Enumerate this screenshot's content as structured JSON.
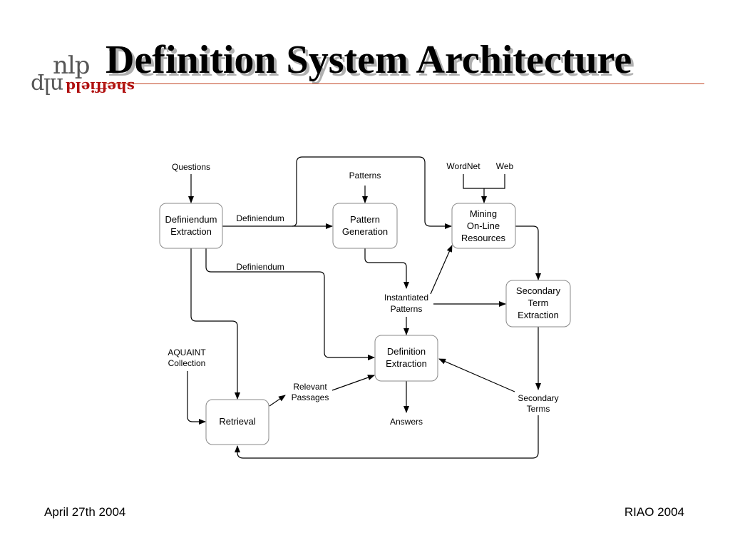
{
  "title": "Definition System Architecture",
  "logo": {
    "top": "nlp",
    "bottom": "sheffield",
    "bottom_mirror": "nlp"
  },
  "footer": {
    "date": "April 27th 2004",
    "conference": "RIAO 2004"
  },
  "boxes": {
    "definiendum_extraction": [
      "Definiendum",
      "Extraction"
    ],
    "pattern_generation": [
      "Pattern",
      "Generation"
    ],
    "mining_resources": [
      "Mining",
      "On-Line",
      "Resources"
    ],
    "secondary_term_extraction": [
      "Secondary",
      "Term",
      "Extraction"
    ],
    "definition_extraction": [
      "Definition",
      "Extraction"
    ],
    "retrieval": [
      "Retrieval"
    ]
  },
  "labels": {
    "questions": "Questions",
    "patterns": "Patterns",
    "wordnet": "WordNet",
    "web": "Web",
    "definiendum_1": "Definiendum",
    "definiendum_2": "Definiendum",
    "instantiated_patterns": [
      "Instantiated",
      "Patterns"
    ],
    "aquaint_big": "A",
    "aquaint_small": "QUAINT",
    "collection": "Collection",
    "relevant_passages": [
      "Relevant",
      "Passages"
    ],
    "answers": "Answers",
    "secondary_terms": [
      "Secondary",
      "Terms"
    ]
  }
}
